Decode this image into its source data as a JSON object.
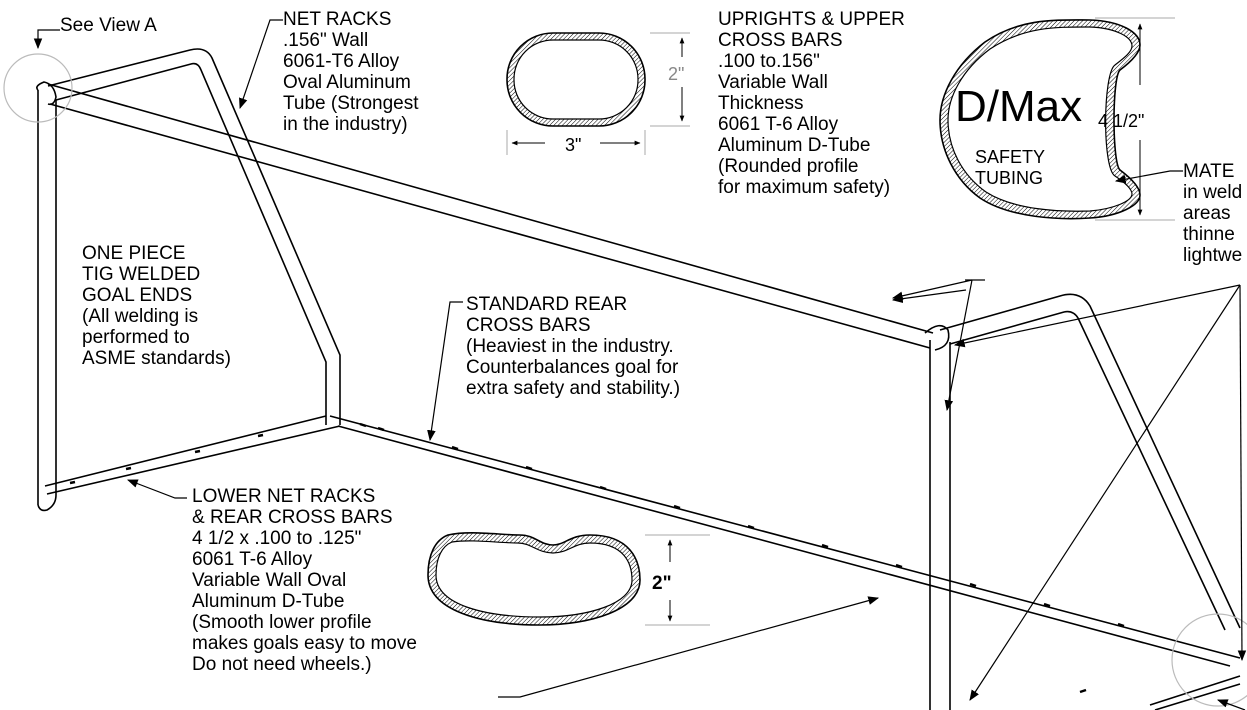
{
  "labels": {
    "see_view": "See View A",
    "net_racks": [
      "NET RACKS",
      ".156\" Wall",
      "6061-T6 Alloy",
      "Oval Aluminum",
      "Tube (Strongest",
      "in the industry)"
    ],
    "uprights": [
      "UPRIGHTS & UPPER",
      "CROSS BARS",
      ".100 to.156\"",
      "Variable Wall",
      "Thickness",
      "6061 T-6 Alloy",
      "Aluminum D-Tube",
      "(Rounded profile",
      "for maximum safety)"
    ],
    "material": [
      "MATE",
      "in weld",
      "areas",
      "thinne",
      "lightwe"
    ],
    "goal_ends": [
      "ONE PIECE",
      "TIG WELDED",
      "GOAL ENDS",
      "(All welding is",
      "performed to",
      "ASME standards)"
    ],
    "rear_cross": [
      "STANDARD REAR",
      "CROSS BARS",
      "(Heaviest in the industry.",
      "Counterbalances goal for",
      "extra safety and stability.)"
    ],
    "lower_racks": [
      "LOWER NET RACKS",
      "& REAR CROSS BARS",
      "4 1/2 x .100 to .125\"",
      "6061 T-6 Alloy",
      "Variable Wall Oval",
      "Aluminum D-Tube",
      "(Smooth lower profile",
      "makes goals easy to move",
      "Do not need wheels.)"
    ]
  },
  "dimensions": {
    "oval_height": "2\"",
    "oval_width": "3\"",
    "dtube_height": "4 1/2\"",
    "lower_height": "2\""
  },
  "logo": {
    "brand": "D/Max",
    "line1": "SAFETY",
    "line2": "TUBING"
  }
}
